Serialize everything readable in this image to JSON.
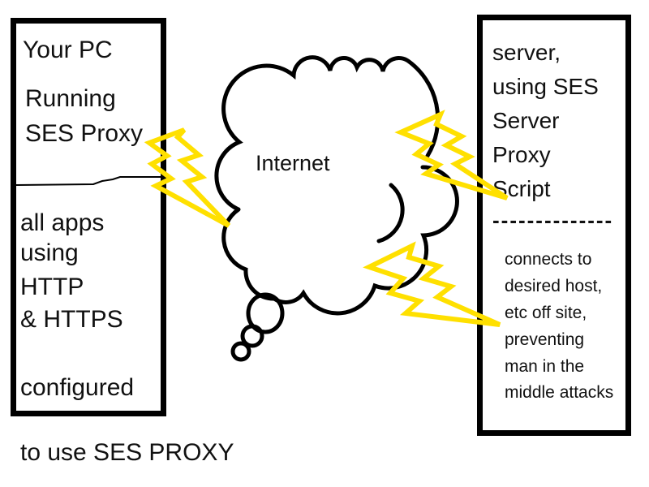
{
  "colors": {
    "bolt_yellow": "#FFE000",
    "ink_black": "#000000"
  },
  "left_box": {
    "top_lines": [
      "Your PC",
      "Running",
      "SES Proxy"
    ],
    "body_lines": [
      "all apps",
      "using",
      "HTTP",
      "& HTTPS"
    ],
    "footer": "configured"
  },
  "cloud": {
    "label": "Internet"
  },
  "right_box": {
    "top_lines": [
      "server,",
      "using SES",
      "Server",
      "Proxy",
      "Script"
    ],
    "divider": "--------------",
    "notes": [
      "connects to",
      "desired host,",
      "etc off site,",
      "preventing",
      "man in the",
      "middle attacks"
    ]
  },
  "caption": "to use SES PROXY"
}
